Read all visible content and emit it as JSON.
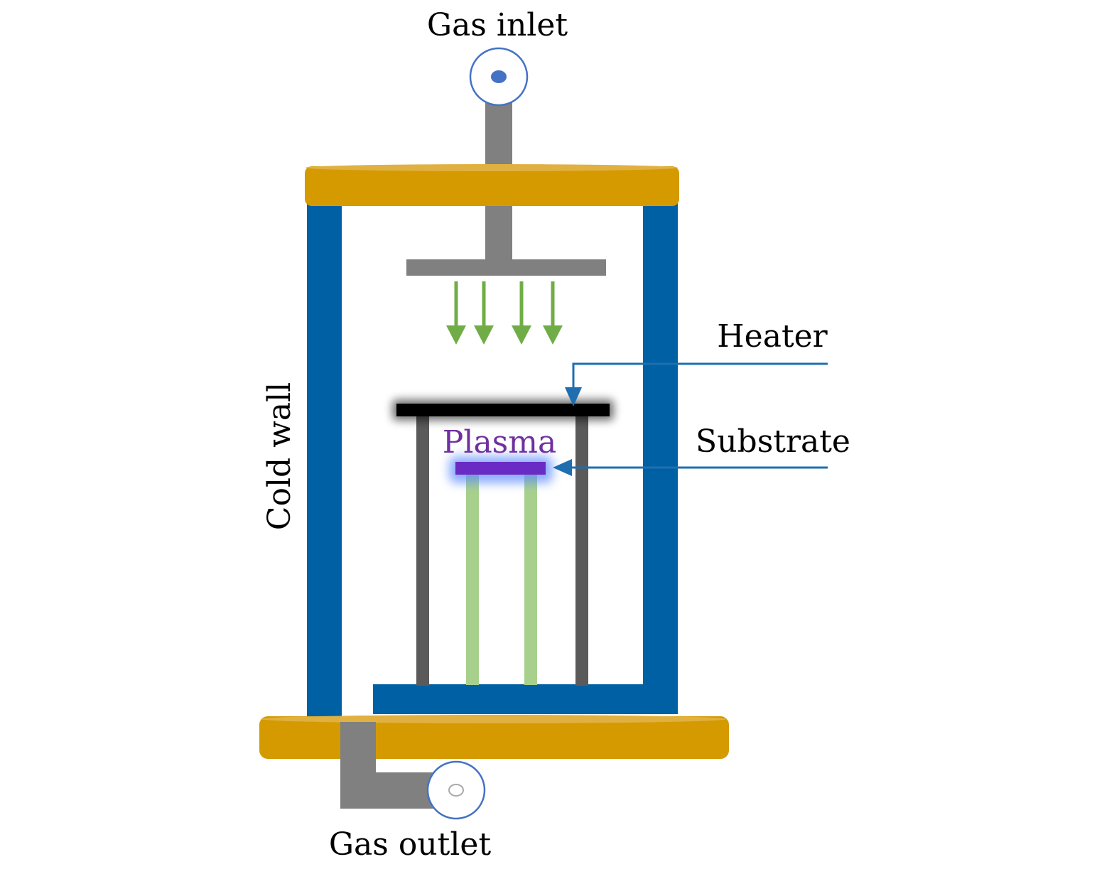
{
  "labels": {
    "gas_inlet": "Gas inlet",
    "gas_outlet": "Gas outlet",
    "heater": "Heater",
    "substrate": "Substrate",
    "plasma": "Plasma",
    "cold_wall": "Cold wall"
  },
  "colors": {
    "wall": "#0060a4",
    "flange": "#d49a00",
    "flange_highlight": "#e0b040",
    "pipe": "#808080",
    "post": "#5a5a5a",
    "heater": "#000000",
    "substrate": "#6a2bc4",
    "plasma_text": "#7030a0",
    "holder": "#a8d08d",
    "gas_arrow": "#70ad47",
    "leader": "#1f6fb0",
    "valve_ring": "#4472c4",
    "valve_dot": "#4472c4"
  }
}
